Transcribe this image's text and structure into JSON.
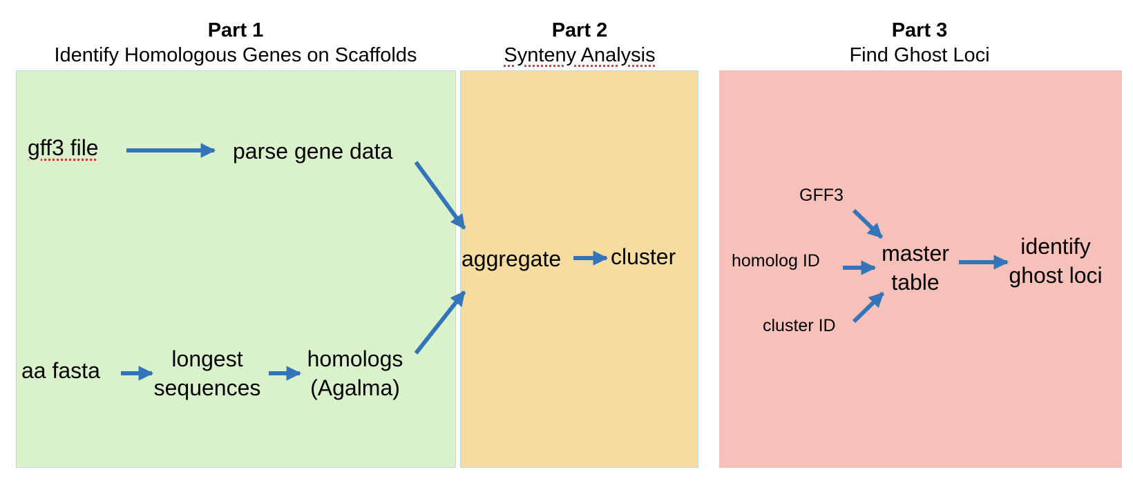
{
  "colors": {
    "part1_fill": "#daf2cc",
    "part2_fill": "#f7dc9f",
    "part3_fill": "#f7c0b8",
    "arrow": "#3375b8"
  },
  "headers": [
    {
      "part": "Part 1",
      "subtitle": "Identify Homologous Genes on Scaffolds"
    },
    {
      "part": "Part 2",
      "subtitle": "Synteny Analysis"
    },
    {
      "part": "Part 3",
      "subtitle": "Find Ghost Loci"
    }
  ],
  "part1": {
    "gff3_file": "gff3 file",
    "parse_gene_data": "parse gene data",
    "aa_fasta": "aa fasta",
    "longest_sequences": [
      "longest",
      "sequences"
    ],
    "homologs": [
      "homologs",
      "(Agalma)"
    ]
  },
  "part2": {
    "aggregate": "aggregate",
    "cluster": "cluster"
  },
  "part3": {
    "gff3": "GFF3",
    "homolog_id": "homolog ID",
    "cluster_id": "cluster ID",
    "master_table": [
      "master",
      "table"
    ],
    "identify_ghost_loci": [
      "identify",
      "ghost loci"
    ]
  }
}
